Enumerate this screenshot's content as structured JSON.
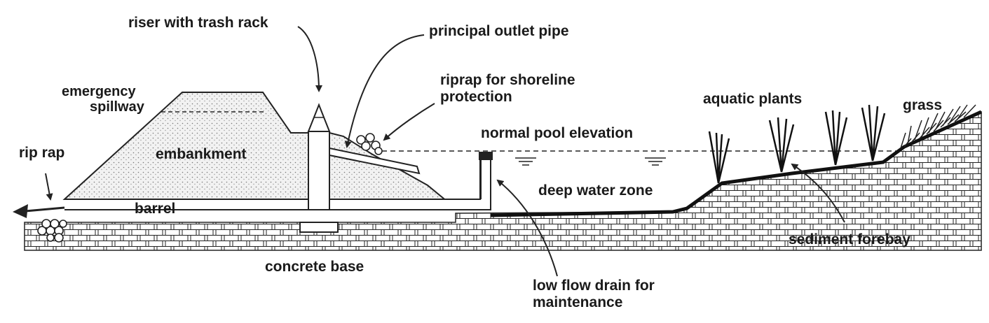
{
  "labels": {
    "riser": "riser with trash rack",
    "principal_outlet": "principal outlet pipe",
    "emergency_spillway_1": "emergency",
    "emergency_spillway_2": "spillway",
    "riprap_shoreline_1": "riprap for shoreline",
    "riprap_shoreline_2": "protection",
    "aquatic_plants": "aquatic plants",
    "grass": "grass",
    "rip_rap": "rip rap",
    "embankment": "embankment",
    "normal_pool": "normal pool elevation",
    "barrel": "barrel",
    "deep_water": "deep water zone",
    "sediment_forebay": "sediment forebay",
    "concrete_base": "concrete base",
    "low_flow_drain_1": "low flow drain for",
    "low_flow_drain_2": "maintenance"
  }
}
